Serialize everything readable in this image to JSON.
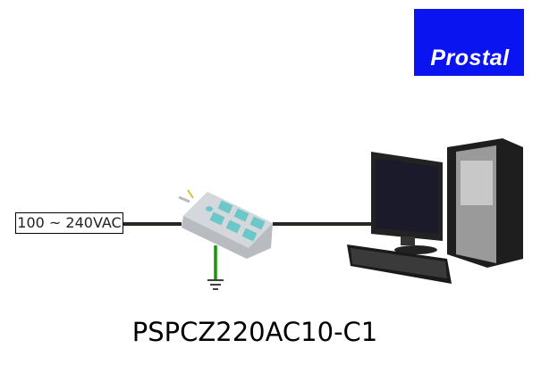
{
  "logo": {
    "text": "Prostal",
    "color": "#0a14f0"
  },
  "input_voltage": "100 ~ 240VAC",
  "model": "PSPCZ220AC10-C1",
  "colors": {
    "cable": "#2a2622",
    "ground": "#3cc030",
    "socket": "#6cc8c8",
    "strip": "#c8ccd0"
  }
}
